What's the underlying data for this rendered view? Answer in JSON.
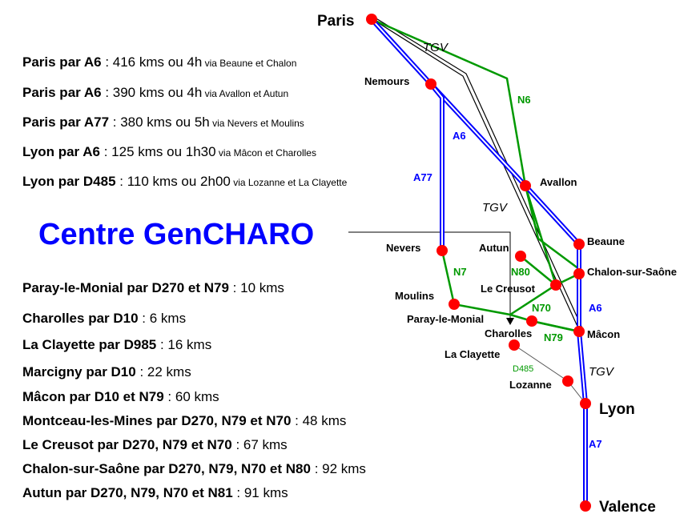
{
  "routes_top": [
    {
      "dest": "Paris par A6",
      "sep": " : ",
      "info": "416 kms ou 4h",
      "via": " via Beaune et Chalon"
    },
    {
      "dest": "Paris par A6",
      "sep": " : ",
      "info": "390 kms ou 4h",
      "via": " via Avallon et Autun"
    },
    {
      "dest": "Paris par A77",
      "sep": " : ",
      "info": "380 kms ou 5h",
      "via": " via Nevers et Moulins"
    },
    {
      "dest": "Lyon par A6",
      "sep": " : ",
      "info": "125 kms ou 1h30",
      "via": " via Mâcon et  Charolles"
    },
    {
      "dest": "Lyon par D485",
      "sep": " : ",
      "info": "110 kms ou 2h00",
      "via": " via Lozanne et La Clayette"
    }
  ],
  "centre_title": "Centre GenCHARO",
  "routes_bottom": [
    {
      "dest": "Paray-le-Monial par D270 et N79",
      "sep": " : ",
      "info": "10 kms"
    },
    {
      "dest": "Charolles par D10",
      "sep": " : ",
      "info": "6 kms"
    },
    {
      "dest": "La Clayette par D985",
      "sep": " : ",
      "info": "16 kms"
    },
    {
      "dest": "Marcigny par D10",
      "sep": " : ",
      "info": "22 kms"
    },
    {
      "dest": "Mâcon par D10 et N79",
      "sep": " : ",
      "info": "60 kms"
    },
    {
      "dest": "Montceau-les-Mines par D270, N79 et N70",
      "sep": " : ",
      "info": "48 kms"
    },
    {
      "dest": "Le Creusot par D270, N79 et N70",
      "sep": " : ",
      "info": "67 kms"
    },
    {
      "dest": "Chalon-sur-Saône par D270, N79, N70 et N80",
      "sep": " : ",
      "info": "92 kms"
    },
    {
      "dest": "Autun par D270, N79, N70 et N81",
      "sep": " : ",
      "info": "91 kms"
    }
  ],
  "map": {
    "cities": {
      "paris": "Paris",
      "nemours": "Nemours",
      "avallon": "Avallon",
      "beaune": "Beaune",
      "chalon": "Chalon-sur-Saône",
      "nevers": "Nevers",
      "autun": "Autun",
      "le_creusot": "Le Creusot",
      "moulins": "Moulins",
      "paray": "Paray-le-Monial",
      "charolles": "Charolles",
      "macon": "Mâcon",
      "la_clayette": "La Clayette",
      "lozanne": "Lozanne",
      "lyon": "Lyon",
      "valence": "Valence"
    },
    "road_labels": {
      "tgv_top": "TGV",
      "tgv_mid": "TGV",
      "tgv_low": "TGV",
      "a6_north": "A6",
      "a6_south": "A6",
      "a77": "A77",
      "a7": "A7",
      "n6": "N6",
      "n7": "N7",
      "n80": "N80",
      "n70": "N70",
      "n79": "N79",
      "d485": "D485"
    },
    "colors": {
      "city_dot": "#ff0000",
      "motorway": "#0000ff",
      "national_road": "#009900",
      "tgv": "#000000",
      "title": "#0000ff"
    }
  }
}
